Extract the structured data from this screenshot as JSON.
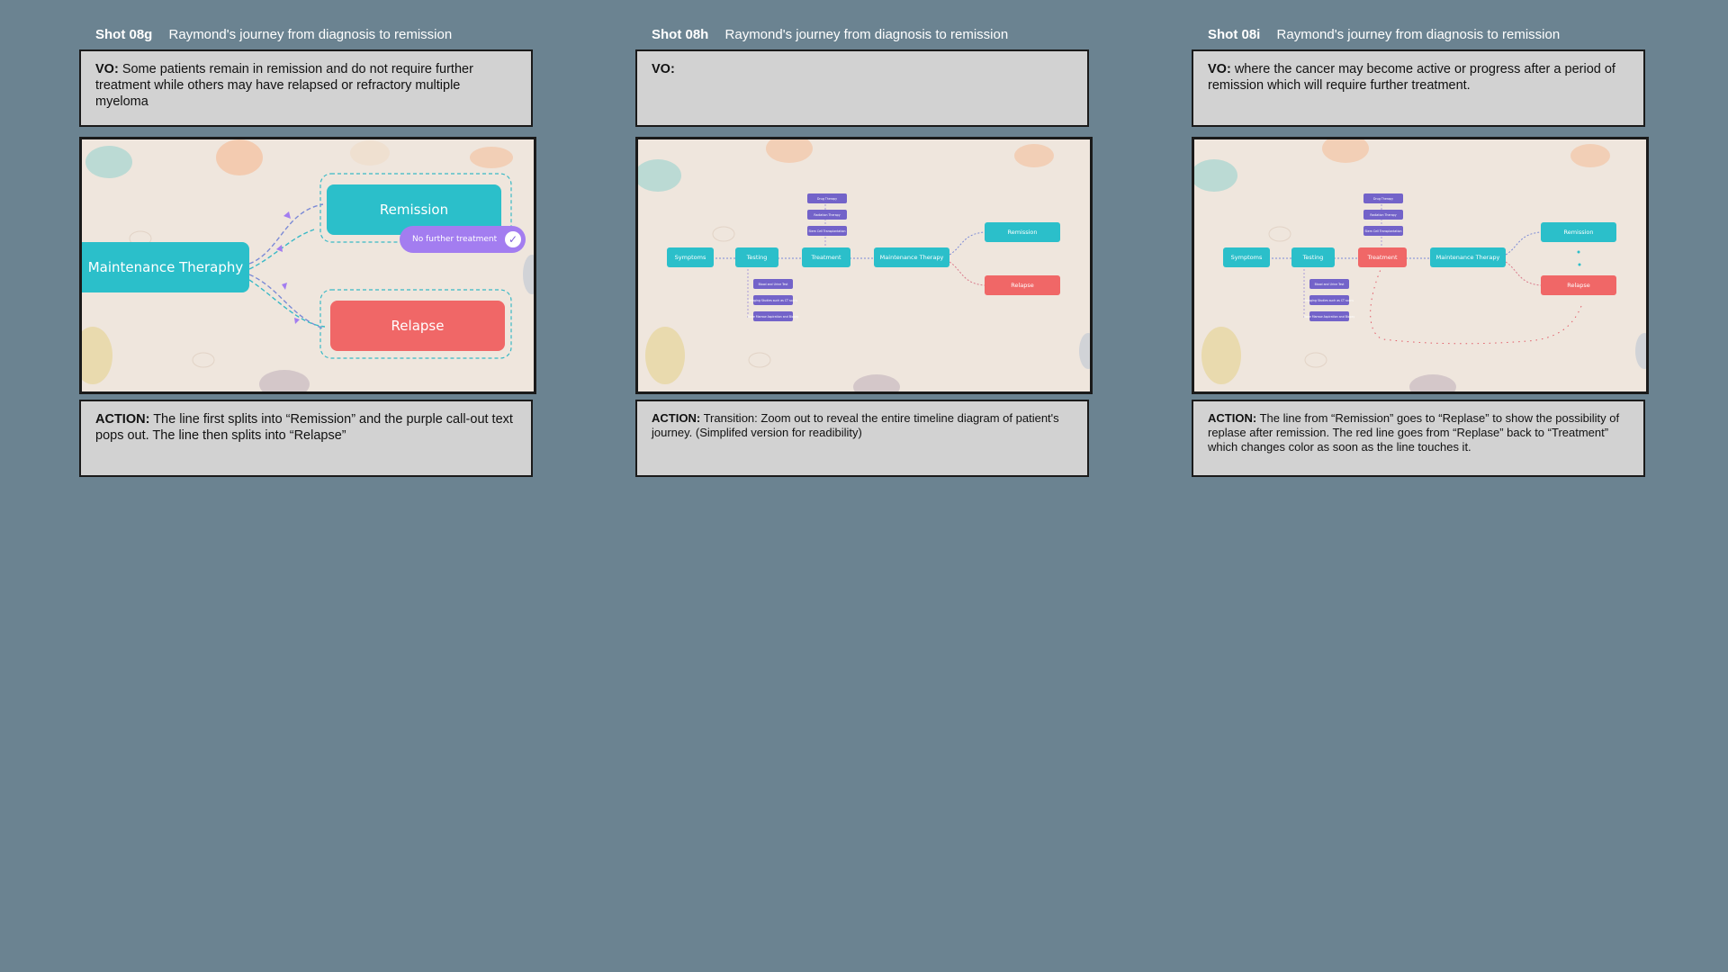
{
  "shots": [
    {
      "id": "Shot 08g",
      "title": "Raymond's journey from diagnosis to remission",
      "vo_label": "VO:",
      "vo_text": "Some patients remain in remission and do not require further treatment while others may have relapsed or refractory multiple myeloma",
      "action_label": "ACTION:",
      "action_text": "The line first splits into “Remission” and the purple call-out text pops out. The line then splits into “Relapse”",
      "frame": {
        "maintenance": "Maintenance Theraphy",
        "remission": "Remission",
        "relapse": "Relapse",
        "callout": "No further treatment"
      }
    },
    {
      "id": "Shot 08h",
      "title": "Raymond's journey from diagnosis to remission",
      "vo_label": "VO:",
      "vo_text": "",
      "action_label": "ACTION:",
      "action_text": "Transition: Zoom out to reveal the entire timeline diagram of patient's journey. (Simplifed version for readibility)"
    },
    {
      "id": "Shot 08i",
      "title": "Raymond's journey from diagnosis to remission",
      "vo_label": "VO:",
      "vo_text": "where the cancer may become active or progress after a period of remission which will require further treatment.",
      "action_label": "ACTION:",
      "action_text": "The line from “Remission” goes to “Replase” to show the possibility of replase after remission. The red line goes from “Replase” back to “Treatment” which changes color as soon as the line touches it."
    }
  ],
  "timeline": {
    "symptoms": "Symptoms",
    "testing": "Testing",
    "treatment": "Treatment",
    "maintenance": "Maintenance Therapy",
    "remission": "Remission",
    "relapse": "Relapse",
    "treatment_options": [
      "Drug Therapy",
      "Radiation Therapy",
      "Stem Cell Transplantation"
    ],
    "testing_options": [
      "Blood and Urine Test",
      "Imaging Studies such as CT scans",
      "Bone Marrow Aspiration and Biopsy"
    ]
  },
  "colors": {
    "background": "#6b8391",
    "panel": "#d2d2d2",
    "frame": "#efe6dd",
    "teal": "#2bbfca",
    "red": "#f06767",
    "purple": "#7363c9",
    "lilac": "#a37df0"
  },
  "icons": {
    "callout_check": "check-icon"
  }
}
